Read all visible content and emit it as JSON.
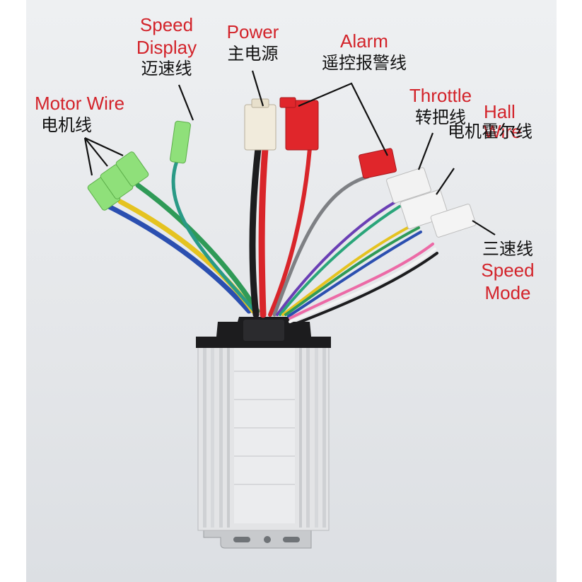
{
  "labels": {
    "speed_display": {
      "en_line1": "Speed",
      "en_line2": "Display",
      "zh": "迈速线"
    },
    "power": {
      "en": "Power",
      "zh": "主电源"
    },
    "alarm": {
      "en": "Alarm",
      "zh": "遥控报警线"
    },
    "motor_wire": {
      "en": "Motor Wire",
      "zh": "电机线"
    },
    "throttle": {
      "en": "Throttle",
      "zh": "转把线"
    },
    "hall_wire": {
      "en_line1": "Hall",
      "en_line2": "Wire",
      "zh": "电机霍尔线"
    },
    "speed_mode": {
      "zh": "三速线",
      "en_line1": "Speed",
      "en_line2": "Mode"
    }
  },
  "colors": {
    "label_english": "#d3232a",
    "label_chinese": "#111111",
    "controller_body": "#e3e4e6",
    "connector_red": "#e0262b",
    "connector_green": "#8fe07a"
  }
}
